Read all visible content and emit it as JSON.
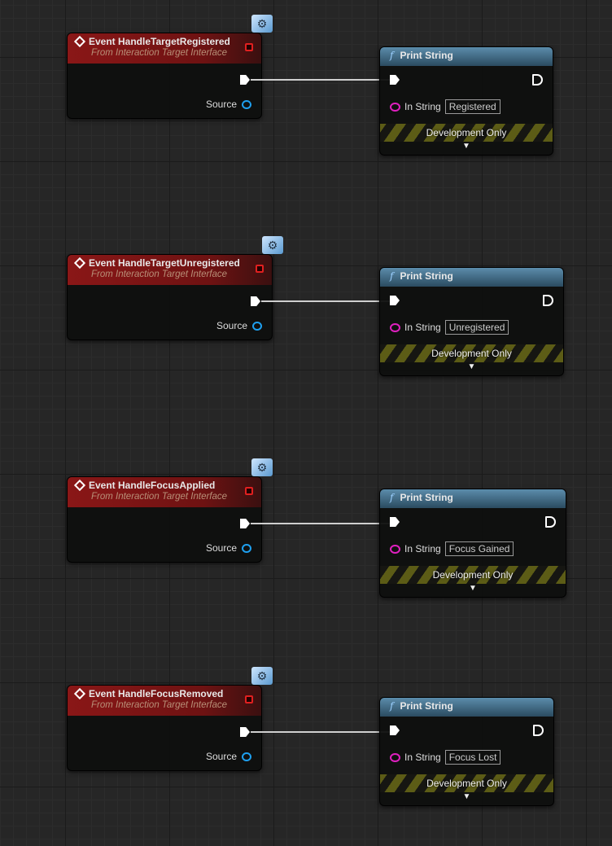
{
  "event_subtitle": "From Interaction Target Interface",
  "source_label": "Source",
  "print_title": "Print String",
  "in_string_label": "In String",
  "dev_only_label": "Development Only",
  "events": [
    {
      "title": "Event HandleTargetRegistered",
      "in_string": "Registered"
    },
    {
      "title": "Event HandleTargetUnregistered",
      "in_string": "Unregistered"
    },
    {
      "title": "Event HandleFocusApplied",
      "in_string": "Focus Gained"
    },
    {
      "title": "Event HandleFocusRemoved",
      "in_string": "Focus Lost"
    }
  ],
  "colors": {
    "event_header": "#8a1717",
    "function_header": "#4a7a99",
    "string_pin": "#e020c0",
    "object_pin": "#1ea0f0"
  }
}
